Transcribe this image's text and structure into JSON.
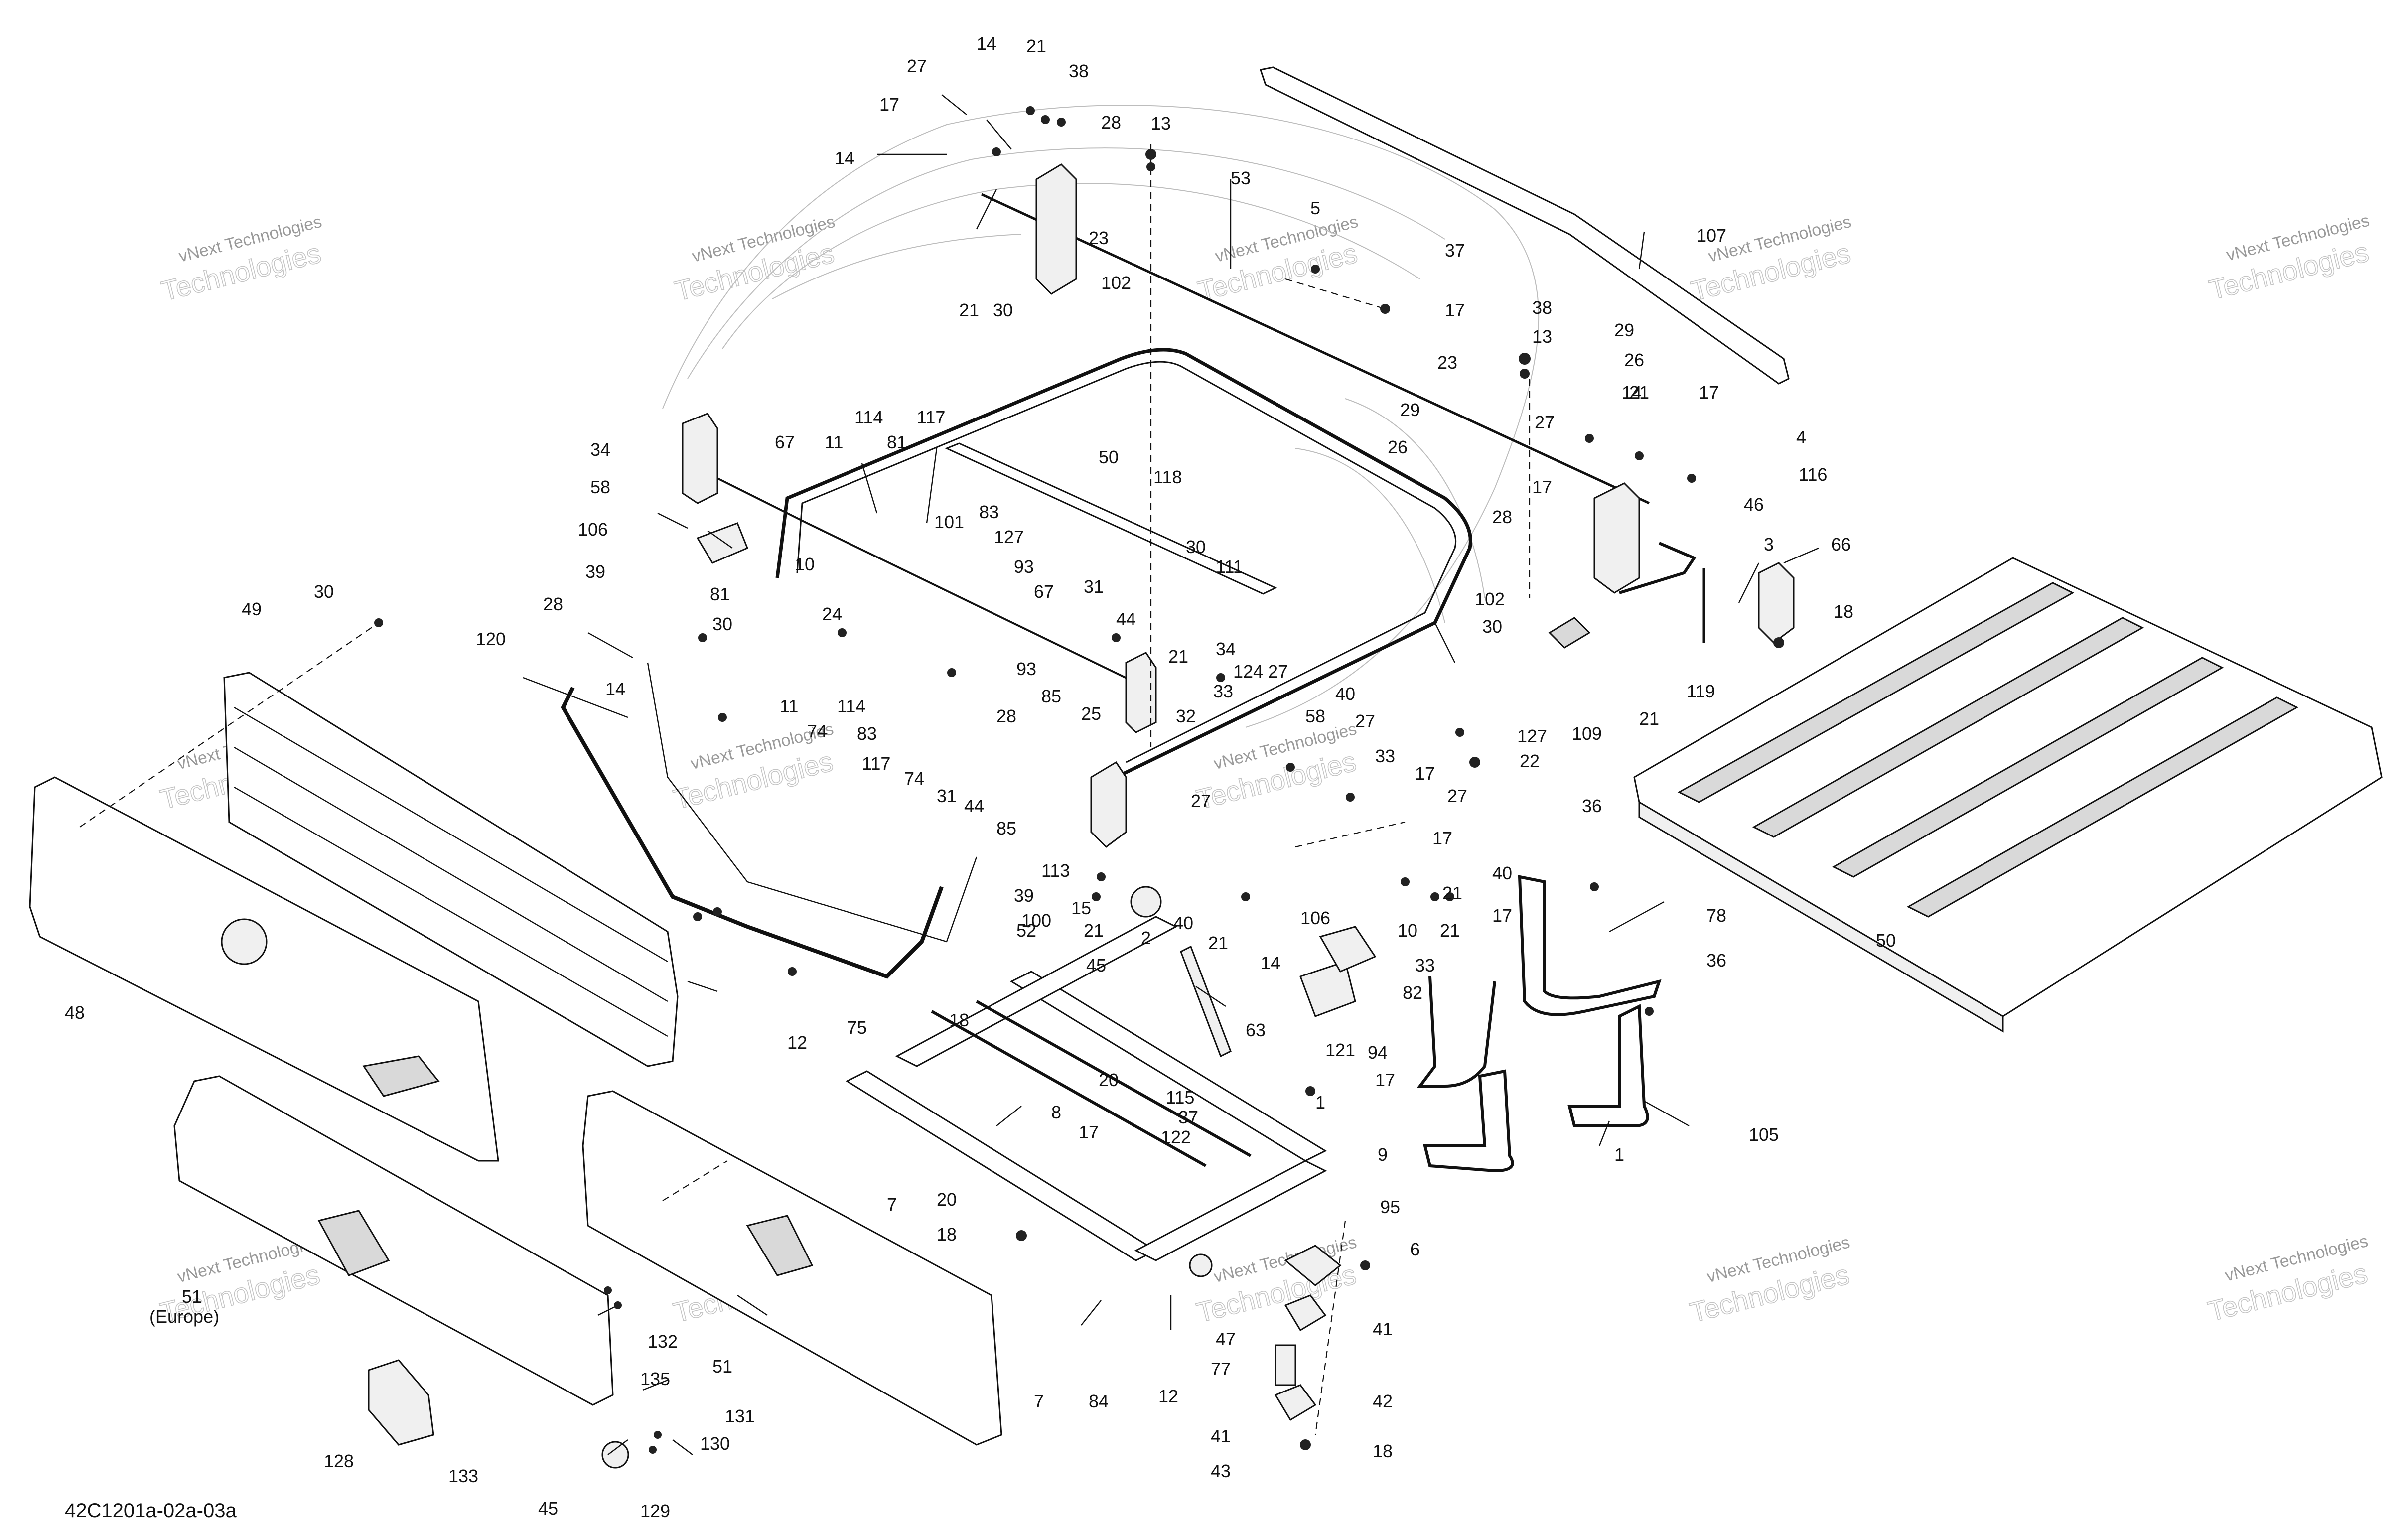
{
  "diagram_code": "42C1201a-02a-03a",
  "watermark": {
    "line1": "vNext Technologies",
    "line2": "Technologies"
  },
  "callouts": [
    "14",
    "21",
    "27",
    "38",
    "13",
    "17",
    "28",
    "14",
    "53",
    "5",
    "23",
    "102",
    "21",
    "30",
    "37",
    "107",
    "17",
    "38",
    "13",
    "23",
    "29",
    "26",
    "21",
    "14",
    "17",
    "4",
    "116",
    "46",
    "67",
    "11",
    "114",
    "117",
    "81",
    "50",
    "118",
    "29",
    "26",
    "27",
    "17",
    "28",
    "3",
    "66",
    "34",
    "58",
    "106",
    "83",
    "101",
    "127",
    "10",
    "93",
    "30",
    "111",
    "102",
    "30",
    "18",
    "39",
    "81",
    "24",
    "30",
    "31",
    "44",
    "21",
    "34",
    "124",
    "28",
    "74",
    "11",
    "114",
    "93",
    "67",
    "33",
    "40",
    "58",
    "27",
    "33",
    "109",
    "21",
    "119",
    "127",
    "22",
    "120",
    "14",
    "83",
    "28",
    "25",
    "32",
    "117",
    "74",
    "31",
    "44",
    "85",
    "17",
    "27",
    "27",
    "27",
    "17",
    "21",
    "10",
    "21",
    "17",
    "40",
    "36",
    "78",
    "36",
    "50",
    "49",
    "39",
    "113",
    "15",
    "100",
    "85",
    "2",
    "21",
    "45",
    "40",
    "21",
    "14",
    "106",
    "33",
    "82",
    "94",
    "105",
    "1",
    "30",
    "52",
    "63",
    "121",
    "17",
    "18",
    "75",
    "48",
    "12",
    "20",
    "115",
    "8",
    "1",
    "7",
    "17",
    "37",
    "122",
    "9",
    "95",
    "20",
    "6",
    "18",
    "41",
    "47",
    "77",
    "42",
    "7",
    "84",
    "12",
    "41",
    "43",
    "18",
    "51",
    "Europe",
    "132",
    "51",
    "135",
    "131",
    "130",
    "128",
    "133",
    "45",
    "129"
  ]
}
